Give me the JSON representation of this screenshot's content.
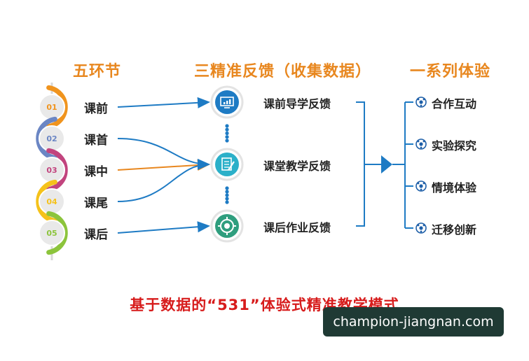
{
  "headings": {
    "steps": "五环节",
    "feedback": "三精准反馈（收集数据）",
    "experience": "一系列体验"
  },
  "stages": [
    {
      "num": "01",
      "label": "课前",
      "color": "#f0941e"
    },
    {
      "num": "02",
      "label": "课首",
      "color": "#6b86c4"
    },
    {
      "num": "03",
      "label": "课中",
      "color": "#c2447e"
    },
    {
      "num": "04",
      "label": "课尾",
      "color": "#f5c21b"
    },
    {
      "num": "05",
      "label": "课后",
      "color": "#8cc43c"
    }
  ],
  "feedbacks": [
    {
      "label": "课前导学反馈",
      "icon": "chart-monitor-icon",
      "color": "#1e7bc4"
    },
    {
      "label": "课堂教学反馈",
      "icon": "document-pen-icon",
      "color": "#2bb0c9"
    },
    {
      "label": "课后作业反馈",
      "icon": "target-icon",
      "color": "#2f9e7e"
    }
  ],
  "experiences": [
    {
      "label": "合作互动"
    },
    {
      "label": "实验探究"
    },
    {
      "label": "情境体验"
    },
    {
      "label": "迁移创新"
    }
  ],
  "footer": {
    "title": "基于数据的“531”体验式精准教学模式",
    "watermark": "champion-jiangnan.com"
  },
  "colors": {
    "heading": "#e8871f",
    "arrow_blue": "#1e7bc4",
    "arrow_orange": "#e8871f",
    "footer": "#d71c1c"
  }
}
